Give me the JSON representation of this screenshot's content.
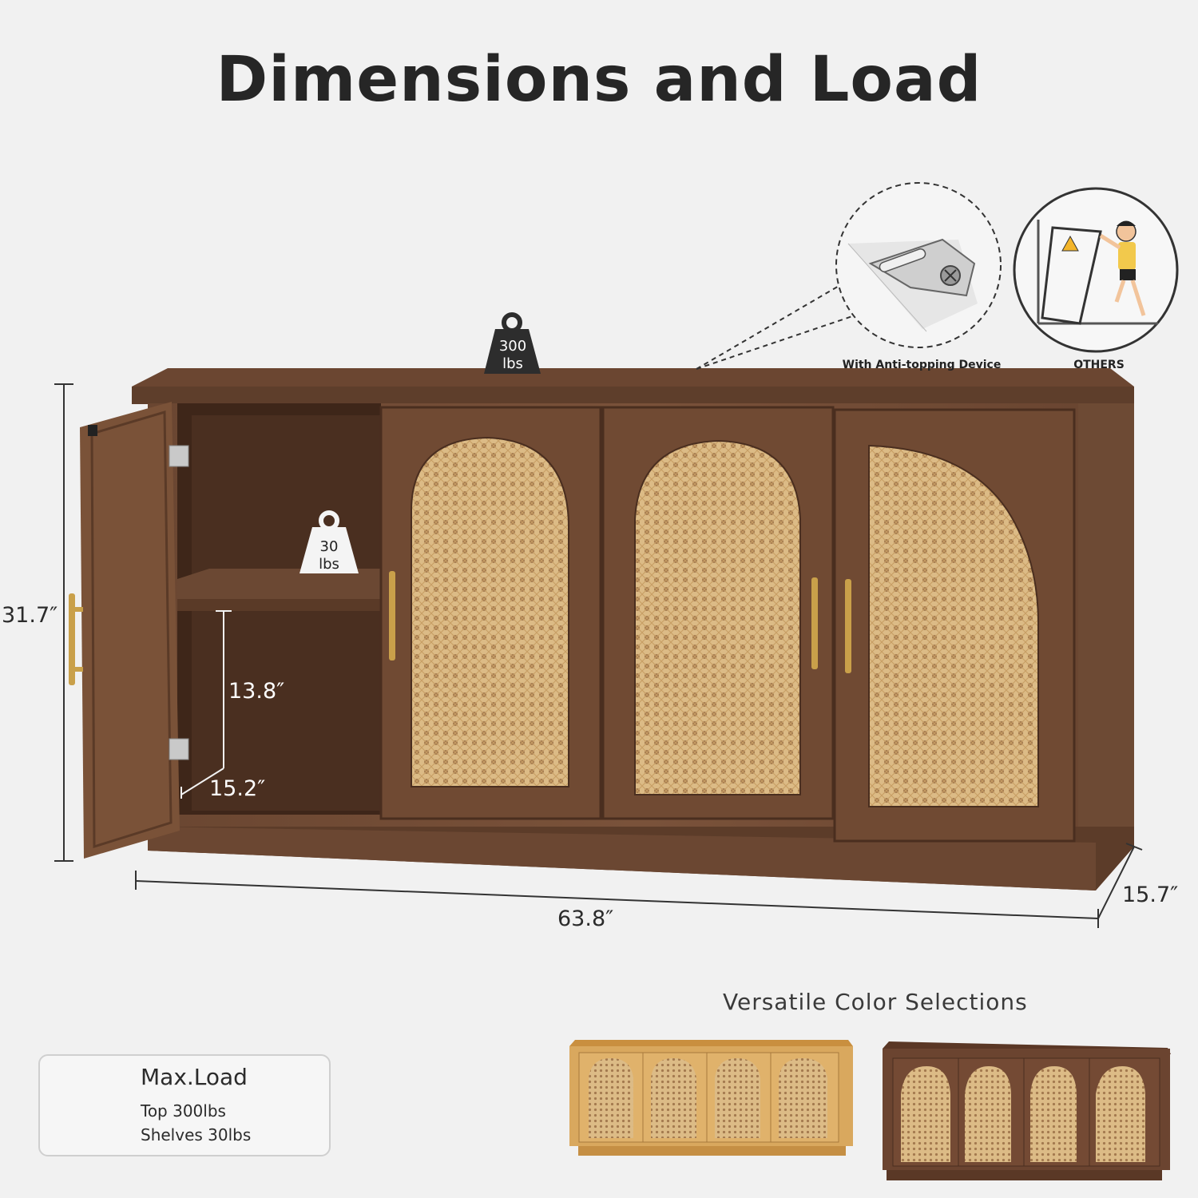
{
  "title": "Dimensions and Load",
  "weights": {
    "top": {
      "value": "300",
      "unit": "lbs"
    },
    "shelf": {
      "value": "30",
      "unit": "lbs"
    }
  },
  "dimensions": {
    "height": "31.7″",
    "width": "63.8″",
    "depth": "15.7″",
    "shelf_height": "13.8″",
    "shelf_depth": "15.2″"
  },
  "callouts": {
    "anti_tip": "With Anti-topping Device",
    "others": "OTHERS"
  },
  "colors_title": "Versatile Color Selections",
  "color_options": [
    {
      "finish": "natural oak",
      "color": "#d9ab62"
    },
    {
      "finish": "walnut",
      "color": "#6b4430"
    }
  ],
  "max_load": {
    "heading": "Max.Load",
    "top": "Top 300lbs",
    "shelves": "Shelves 30lbs"
  },
  "palette": {
    "wood": "#6e4a33",
    "wood_dark": "#4f3222",
    "rattan": "#d8b786",
    "gold": "#c9a04a"
  }
}
